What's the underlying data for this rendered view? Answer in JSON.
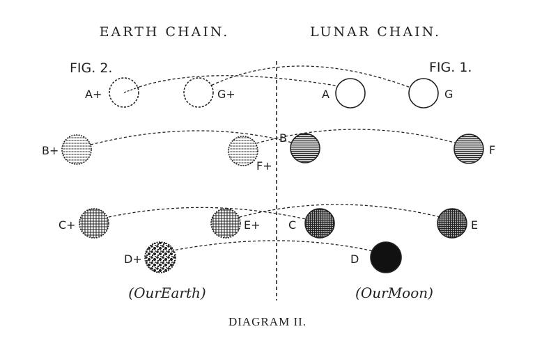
{
  "headers": {
    "earth_chain": "EARTH CHAIN.",
    "lunar_chain": "LUNAR CHAIN."
  },
  "figures": {
    "fig2": "FIG. 2.",
    "fig1": "FIG. 1."
  },
  "earth_globes": [
    {
      "id": "A",
      "label": "A+",
      "shade": "empty"
    },
    {
      "id": "G",
      "label": "G+",
      "shade": "empty"
    },
    {
      "id": "B",
      "label": "B+",
      "shade": "light-hatch"
    },
    {
      "id": "F",
      "label": "F+",
      "shade": "light-hatch"
    },
    {
      "id": "C",
      "label": "C+",
      "shade": "cross-hatch"
    },
    {
      "id": "E",
      "label": "E+",
      "shade": "cross-hatch"
    },
    {
      "id": "D",
      "label": "D+",
      "shade": "mottled"
    }
  ],
  "lunar_globes": [
    {
      "id": "A",
      "label": "A",
      "shade": "empty"
    },
    {
      "id": "G",
      "label": "G",
      "shade": "empty"
    },
    {
      "id": "B",
      "label": "B",
      "shade": "dense-hatch"
    },
    {
      "id": "F",
      "label": "F",
      "shade": "dense-hatch"
    },
    {
      "id": "C",
      "label": "C",
      "shade": "dark-cross-hatch"
    },
    {
      "id": "E",
      "label": "E",
      "shade": "dark-cross-hatch"
    },
    {
      "id": "D",
      "label": "D",
      "shade": "solid"
    }
  ],
  "captions": {
    "our_earth": "(OurEarth)",
    "our_moon": "(OurMoon)"
  },
  "diagram_title": "DIAGRAM II.",
  "colors": {
    "ink": "#222222",
    "paper": "#ffffff"
  }
}
